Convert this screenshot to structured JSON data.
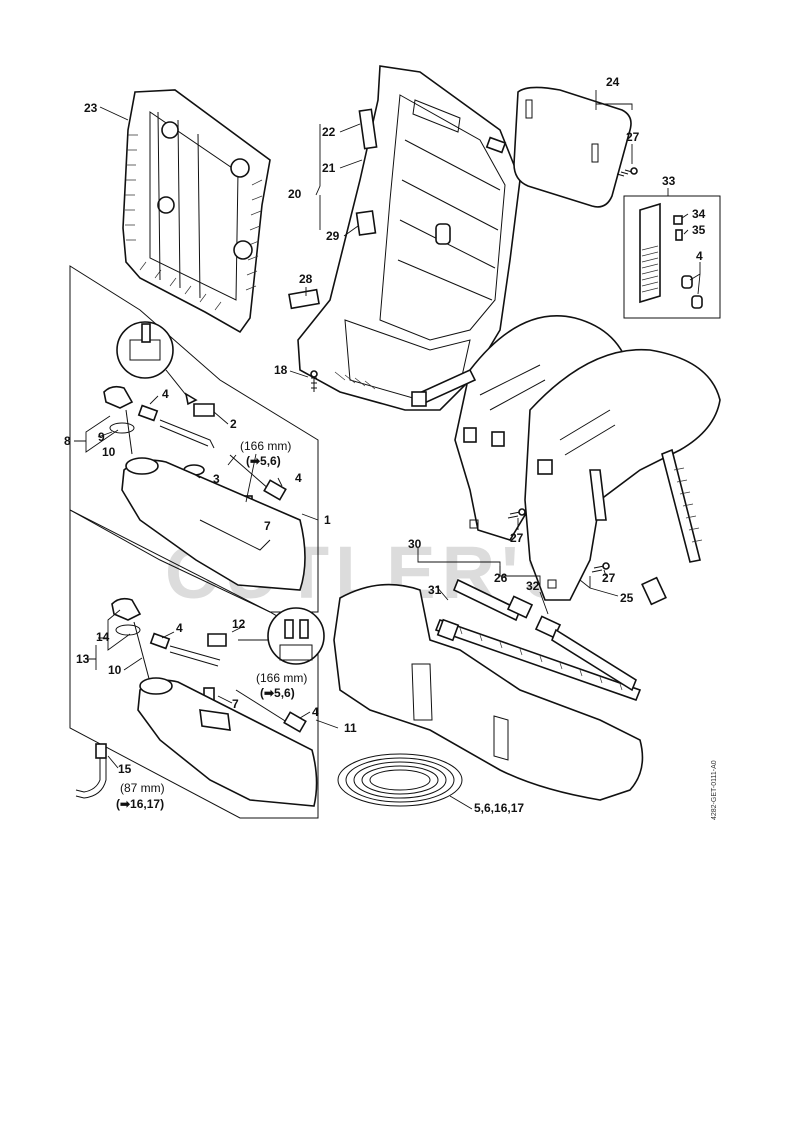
{
  "diagram": {
    "drawing_code": "4282-GET-0111-A0",
    "watermark": "CUTLER'S",
    "callouts": [
      {
        "id": "c23",
        "text": "23"
      },
      {
        "id": "c22",
        "text": "22"
      },
      {
        "id": "c21",
        "text": "21"
      },
      {
        "id": "c20",
        "text": "20"
      },
      {
        "id": "c29",
        "text": "29"
      },
      {
        "id": "c28",
        "text": "28"
      },
      {
        "id": "c24",
        "text": "24"
      },
      {
        "id": "c27a",
        "text": "27"
      },
      {
        "id": "c33",
        "text": "33"
      },
      {
        "id": "c34",
        "text": "34"
      },
      {
        "id": "c35",
        "text": "35"
      },
      {
        "id": "c4a",
        "text": "4"
      },
      {
        "id": "c18",
        "text": "18"
      },
      {
        "id": "c4b",
        "text": "4"
      },
      {
        "id": "c2",
        "text": "2"
      },
      {
        "id": "c8",
        "text": "8"
      },
      {
        "id": "c9",
        "text": "9"
      },
      {
        "id": "c10a",
        "text": "10"
      },
      {
        "id": "c3",
        "text": "3"
      },
      {
        "id": "c4c",
        "text": "4"
      },
      {
        "id": "c7a",
        "text": "7"
      },
      {
        "id": "c1",
        "text": "1"
      },
      {
        "id": "c27b",
        "text": "27"
      },
      {
        "id": "c30",
        "text": "30"
      },
      {
        "id": "c31",
        "text": "31"
      },
      {
        "id": "c26",
        "text": "26"
      },
      {
        "id": "c32",
        "text": "32"
      },
      {
        "id": "c27c",
        "text": "27"
      },
      {
        "id": "c25",
        "text": "25"
      },
      {
        "id": "c4d",
        "text": "4"
      },
      {
        "id": "c12",
        "text": "12"
      },
      {
        "id": "c14",
        "text": "14"
      },
      {
        "id": "c13",
        "text": "13"
      },
      {
        "id": "c10b",
        "text": "10"
      },
      {
        "id": "c7b",
        "text": "7"
      },
      {
        "id": "c4e",
        "text": "4"
      },
      {
        "id": "c11",
        "text": "11"
      },
      {
        "id": "c15",
        "text": "15"
      },
      {
        "id": "c5617",
        "text": "5,6,16,17"
      }
    ],
    "notes": [
      {
        "id": "n166a",
        "text": "(166 mm)"
      },
      {
        "id": "n56a",
        "text": "(➡5,6)"
      },
      {
        "id": "n166b",
        "text": "(166 mm)"
      },
      {
        "id": "n56b",
        "text": "(➡5,6)"
      },
      {
        "id": "n87",
        "text": "(87 mm)"
      },
      {
        "id": "n1617",
        "text": "(➡16,17)"
      }
    ]
  }
}
